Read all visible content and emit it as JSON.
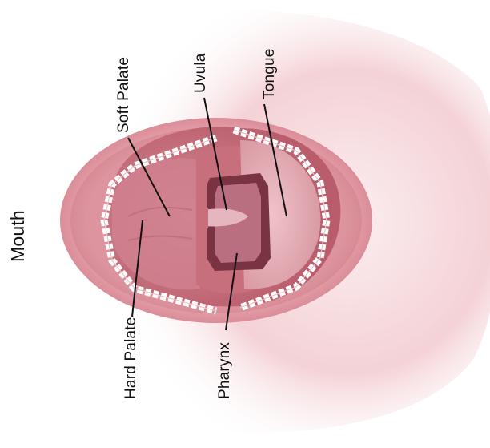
{
  "title": "Mouth",
  "labels": {
    "soft_palate": "Soft Palate",
    "uvula": "Uvula",
    "tongue": "Tongue",
    "hard_palate": "Hard Palate",
    "pharynx": "Pharynx"
  },
  "colors": {
    "skin": "#f3d6d8",
    "lip": "#d98a94",
    "palate": "#c8717f",
    "throat": "#6e2c3a",
    "teeth": "#ffffff",
    "text": "#111111"
  }
}
